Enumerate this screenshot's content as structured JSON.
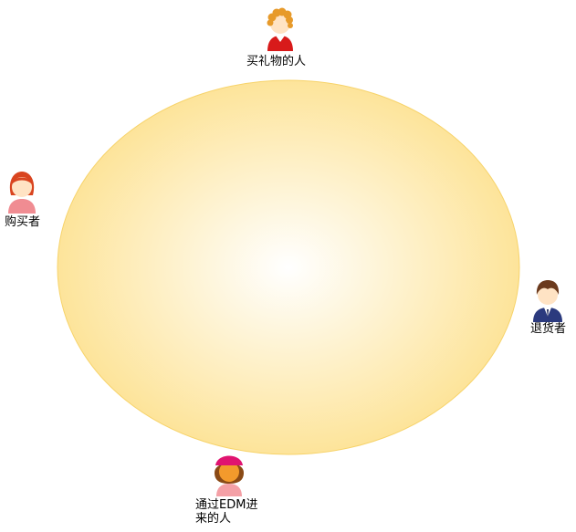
{
  "diagram": {
    "ellipse_colors": {
      "center": "#FFFFFF",
      "edge": "#FDE49A",
      "stroke": "#F7D36A"
    },
    "actors": [
      {
        "id": "gift-buyer",
        "label": "买礼物的人",
        "icon": "person-orange-curly-hair-red-shirt-icon"
      },
      {
        "id": "buyer",
        "label": "购买者",
        "icon": "person-red-hair-pink-shirt-icon"
      },
      {
        "id": "returner",
        "label": "退货者",
        "icon": "person-brown-hair-navy-suit-icon"
      },
      {
        "id": "edm-visitor",
        "label_line1": "通过EDM进",
        "label_line2": "来的人",
        "icon": "person-pink-hat-orange-face-icon"
      }
    ]
  }
}
